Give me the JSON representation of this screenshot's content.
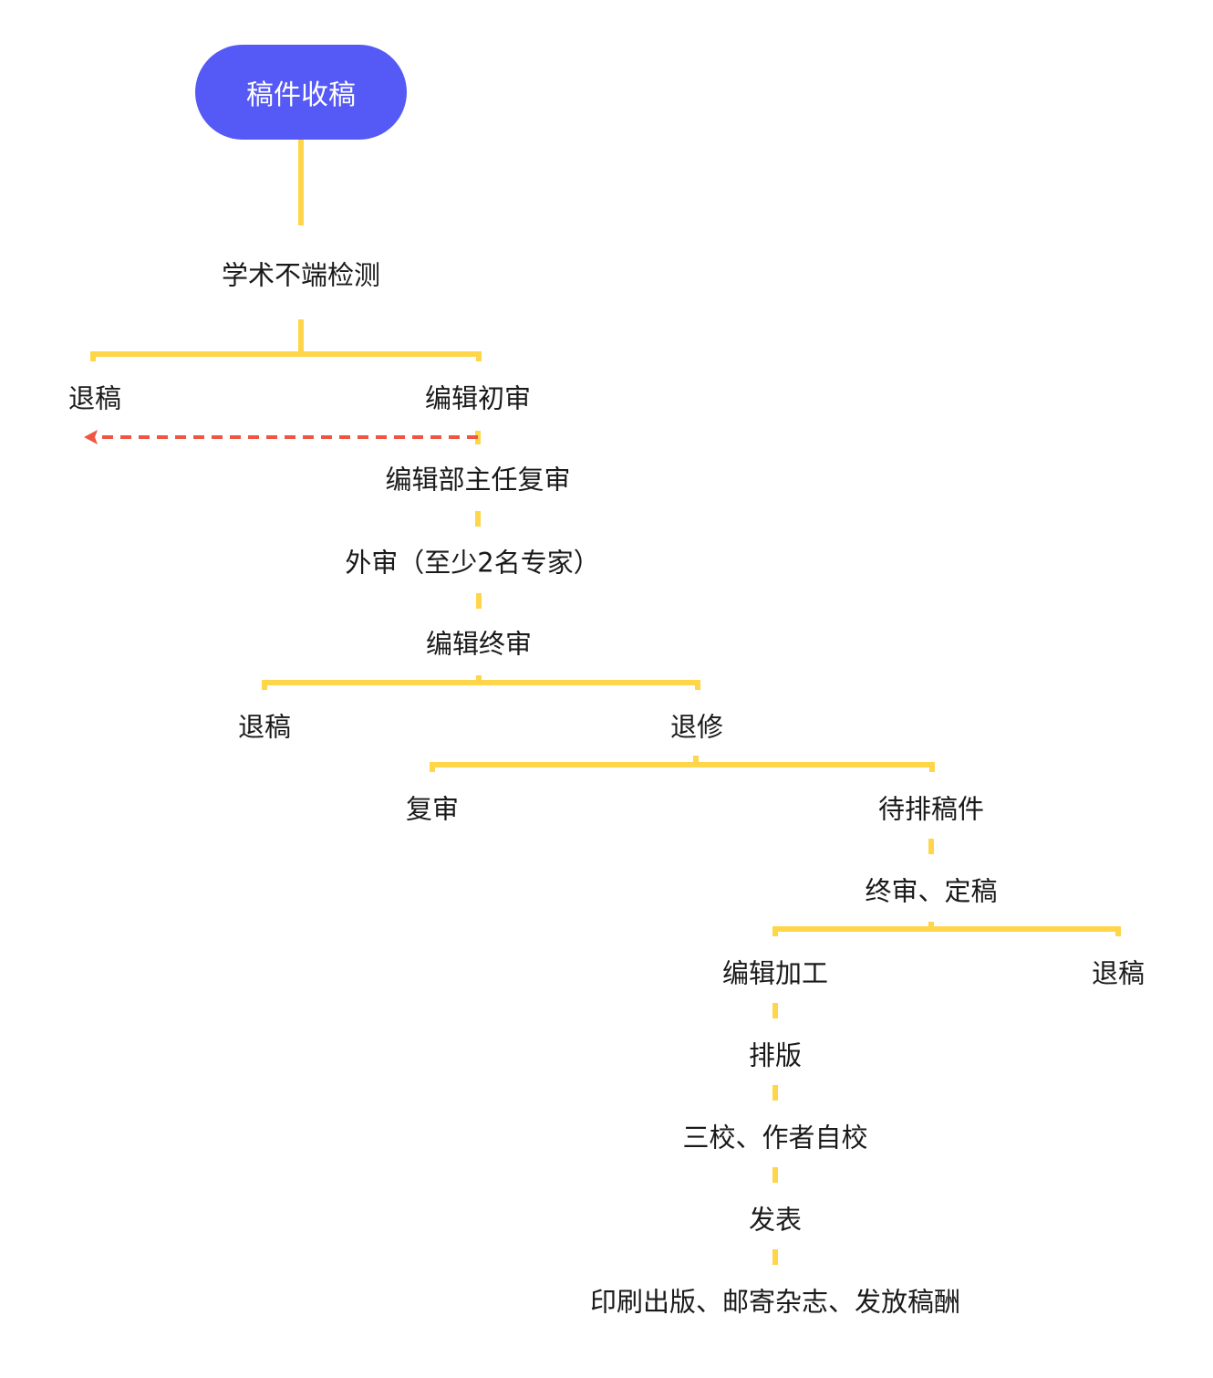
{
  "colors": {
    "start_fill": "#5559F5",
    "start_text": "#FFFFFF",
    "connector": "#FFD54A",
    "reject_arrow": "#F05542",
    "text": "#1A1A1A"
  },
  "start": {
    "label": "稿件收稿"
  },
  "nodes": {
    "plagiarism_check": "学术不端检测",
    "reject_1": "退稿",
    "initial_review": "编辑初审",
    "director_review": "编辑部主任复审",
    "external_review": "外审（至少2名专家）",
    "final_editor_review": "编辑终审",
    "reject_2": "退稿",
    "revise": "退修",
    "re_review": "复审",
    "pending": "待排稿件",
    "finalize": "终审、定稿",
    "editing": "编辑加工",
    "reject_3": "退稿",
    "typesetting": "排版",
    "proofreading": "三校、作者自校",
    "publish": "发表",
    "print_distribute": "印刷出版、邮寄杂志、发放稿酬"
  }
}
